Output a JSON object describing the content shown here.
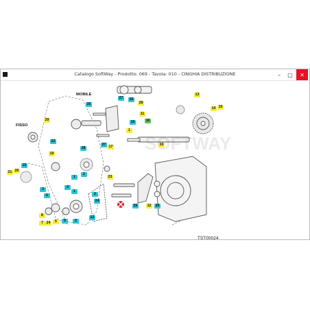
{
  "window": {
    "title": "Catalogo SoftWay - Prodotto: 069 - Tavola: 010 - CINGHIA DISTRIBUZIONE",
    "controls": {
      "minimize": "–",
      "maximize": "□",
      "close": "✕"
    }
  },
  "diagram": {
    "label_mobile": "MOBILE",
    "label_fisso": "FISSO",
    "reference_code": "TST00024",
    "watermark": "SOFTWAY",
    "callouts": [
      {
        "id": "c13",
        "text": "13",
        "color": "yellow"
      },
      {
        "id": "c14",
        "text": "14",
        "color": "yellow"
      },
      {
        "id": "c15",
        "text": "15",
        "color": "yellow"
      },
      {
        "id": "c25a",
        "text": "25",
        "color": "cyan"
      },
      {
        "id": "c27a",
        "text": "27",
        "color": "cyan"
      },
      {
        "id": "c26a",
        "text": "26",
        "color": "cyan"
      },
      {
        "id": "c28",
        "text": "28",
        "color": "yellow"
      },
      {
        "id": "c11",
        "text": "11",
        "color": "yellow"
      },
      {
        "id": "c29",
        "text": "29",
        "color": "yellow"
      },
      {
        "id": "c16",
        "text": "16",
        "color": "cyan"
      },
      {
        "id": "c16g",
        "text": "16",
        "color": "green"
      },
      {
        "id": "c1a",
        "text": "1",
        "color": "yellow"
      },
      {
        "id": "c10",
        "text": "10",
        "color": "yellow"
      },
      {
        "id": "c22a",
        "text": "22",
        "color": "cyan"
      },
      {
        "id": "c27b",
        "text": "27",
        "color": "cyan"
      },
      {
        "id": "c18",
        "text": "18",
        "color": "cyan"
      },
      {
        "id": "c17",
        "text": "17",
        "color": "yellow"
      },
      {
        "id": "c19",
        "text": "19",
        "color": "yellow"
      },
      {
        "id": "c21",
        "text": "21",
        "color": "yellow"
      },
      {
        "id": "c20",
        "text": "20",
        "color": "yellow"
      },
      {
        "id": "c15b",
        "text": "15",
        "color": "cyan"
      },
      {
        "id": "c1b",
        "text": "1",
        "color": "cyan"
      },
      {
        "id": "c2a",
        "text": "2",
        "color": "cyan"
      },
      {
        "id": "c23",
        "text": "23",
        "color": "yellow"
      },
      {
        "id": "c3",
        "text": "3",
        "color": "cyan"
      },
      {
        "id": "c4",
        "text": "4",
        "color": "cyan"
      },
      {
        "id": "c6",
        "text": "6",
        "color": "cyan"
      },
      {
        "id": "c1c",
        "text": "1",
        "color": "cyan"
      },
      {
        "id": "c2b",
        "text": "2",
        "color": "cyan"
      },
      {
        "id": "c24b",
        "text": "24",
        "color": "cyan"
      },
      {
        "id": "c25b",
        "text": "25",
        "color": "cyan"
      },
      {
        "id": "c12",
        "text": "12",
        "color": "yellow"
      },
      {
        "id": "c26b",
        "text": "26",
        "color": "cyan"
      },
      {
        "id": "c8",
        "text": "8",
        "color": "yellow"
      },
      {
        "id": "c7",
        "text": "7",
        "color": "yellow"
      },
      {
        "id": "c24a",
        "text": "24",
        "color": "yellow"
      },
      {
        "id": "c5",
        "text": "5",
        "color": "yellow"
      },
      {
        "id": "c9",
        "text": "9",
        "color": "cyan"
      },
      {
        "id": "c22b",
        "text": "22",
        "color": "cyan"
      },
      {
        "id": "c2c",
        "text": "2",
        "color": "cyan"
      }
    ]
  },
  "colors": {
    "yellow": "#f6ec3a",
    "cyan": "#2ec3d6",
    "green": "#64c650",
    "close": "#e81123"
  },
  "icons": {
    "app": "app-icon",
    "hotspot": "red-cross-hotspot-icon"
  }
}
